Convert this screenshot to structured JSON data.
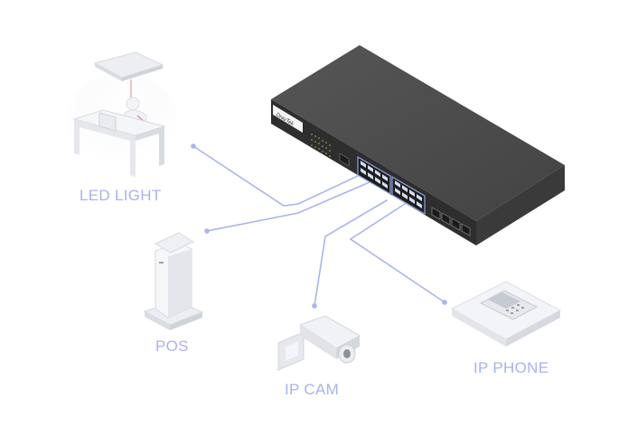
{
  "switch": {
    "brand": "DrayTek",
    "body_color": "#4a4a4a",
    "front_color": "#2e2e2e",
    "port_color": "#8fa4e3"
  },
  "devices": [
    {
      "id": "led-light",
      "label": "LED LIGHT",
      "icon": "led-light-desk-icon"
    },
    {
      "id": "pos",
      "label": "POS",
      "icon": "pos-kiosk-icon"
    },
    {
      "id": "ip-cam",
      "label": "IP CAM",
      "icon": "ip-camera-icon"
    },
    {
      "id": "ip-phone",
      "label": "IP PHONE",
      "icon": "ip-phone-icon"
    }
  ],
  "colors": {
    "connection_line": "#aab4ee",
    "label_text": "#a9b3ec",
    "device_light": "#eef0f3",
    "device_shadow": "#d9dce2"
  }
}
